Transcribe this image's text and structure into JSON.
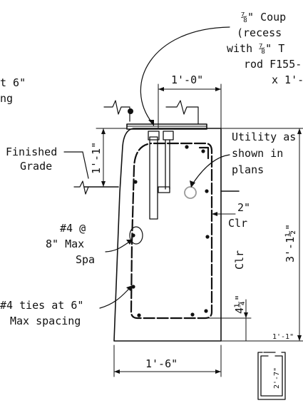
{
  "notes": {
    "coupler": [
      "⅞\" Coup",
      "(recess",
      "with ⅞\" T",
      "rod F155-",
      "x 1'-"
    ],
    "ties_top": [
      "t 6\"",
      "ng"
    ],
    "finished_grade": [
      "Finished",
      "Grade"
    ],
    "utility": [
      "Utility as",
      "shown in",
      "plans"
    ],
    "rebar4": [
      "#4 @",
      "8\" Max",
      "Spa"
    ],
    "ties_bottom": [
      "#4 ties at 6\"",
      "Max spacing"
    ]
  },
  "dimensions": {
    "top_width": "1'-0\"",
    "grade_height": "1'-1\"",
    "clear_side": "2\"",
    "clear_side_label": "Clr",
    "clear_bottom": "4¼\"",
    "clear_bottom_label": "Clr",
    "total_height": "3'-1½\"",
    "base_small": "1'-1\"",
    "bottom_width": "1'-6\"",
    "detail_height": "2'-7\""
  },
  "colors": {
    "line": "#111111",
    "utility_circle": "#9a9a9a"
  }
}
